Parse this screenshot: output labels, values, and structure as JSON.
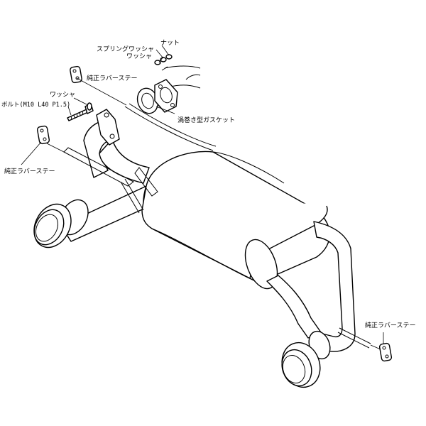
{
  "labels": {
    "nut": "ナット",
    "spring_washer": "スプリングワッシャ",
    "washer_top": "ワッシャ",
    "rubber_stay_top": "純正ラバーステー",
    "washer_left": "ワッシャ",
    "bolt": "ボルト(M10 L40 P1.5)",
    "gasket": "渦巻き型ガスケット",
    "rubber_stay_left": "純正ラバーステー",
    "rubber_stay_right": "純正ラバーステー"
  }
}
